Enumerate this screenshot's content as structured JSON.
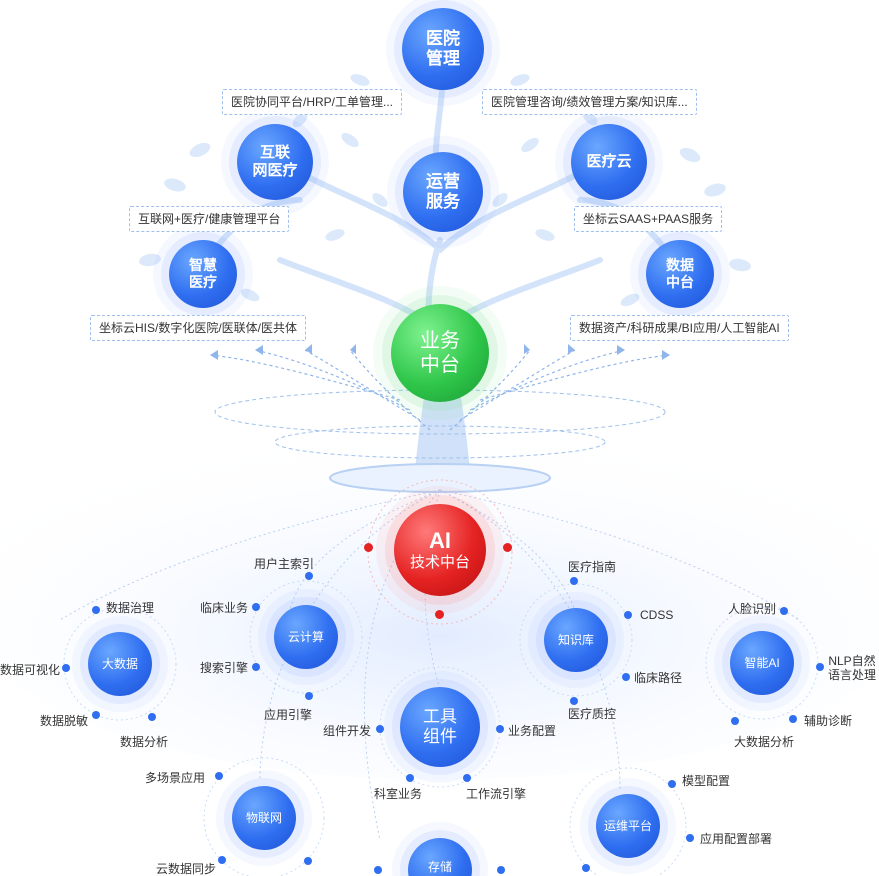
{
  "colors": {
    "blue": "#2f6ef0",
    "green": "#2fc64a",
    "red": "#e52222",
    "line": "#9fc0ee"
  },
  "top_nodes": {
    "hospital_mgmt": "医院\n管理",
    "internet_medical": "互联\n网医疗",
    "operations": "运营\n服务",
    "medical_cloud": "医疗云",
    "smart_medical": "智慧\n医疗",
    "data_center": "数据\n中台",
    "business_center": "业务\n中台"
  },
  "tags": {
    "hospital_platform": "医院协同平台/HRP/工单管理...",
    "consulting": "医院管理咨询/绩效管理方案/知识库...",
    "internet_health": "互联网+医疗/健康管理平台",
    "saas_paas": "坐标云SAAS+PAAS服务",
    "his": "坐标云HIS/数字化医院/医联体/医共体",
    "data_assets": "数据资产/科研成果/BI应用/人工智能AI"
  },
  "ai_center": {
    "title": "AI",
    "subtitle": "技术中台"
  },
  "bottom_nodes": {
    "big_data": "大数据",
    "cloud_compute": "云计算",
    "knowledge_base": "知识库",
    "smart_ai": "智能AI",
    "tool_component": "工具\n组件",
    "iot": "物联网",
    "ops_platform": "运维平台",
    "storage": "存储"
  },
  "labels": {
    "user_index": "用户主索引",
    "clinical_business": "临床业务",
    "search_engine": "搜索引擎",
    "app_engine": "应用引擎",
    "data_governance": "数据治理",
    "data_visualization": "数据可视化",
    "data_masking": "数据脱敏",
    "data_analysis": "数据分析",
    "medical_guide": "医疗指南",
    "cdss": "CDSS",
    "clinical_path": "临床路径",
    "quality_control": "医疗质控",
    "face_recognition": "人脸识别",
    "nlp": "NLP自然\n语言处理",
    "aux_diagnosis": "辅助诊断",
    "big_data_analysis": "大数据分析",
    "component_dev": "组件开发",
    "business_config": "业务配置",
    "dept_business": "科室业务",
    "workflow_engine": "工作流引擎",
    "multi_scene": "多场景应用",
    "cloud_sync": "云数据同步",
    "model_config": "模型配置",
    "app_deploy": "应用配置部署"
  }
}
